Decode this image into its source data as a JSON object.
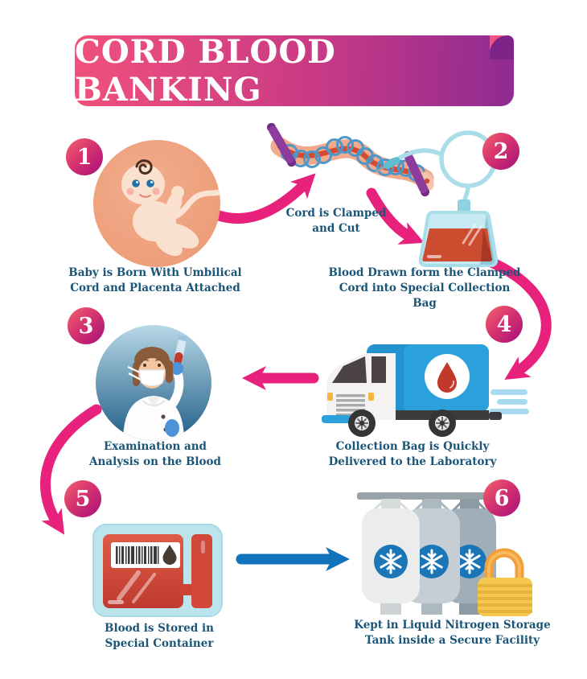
{
  "title": "CORD BLOOD BANKING",
  "cord_note": "Cord is Clamped\nand Cut",
  "steps": [
    {
      "number": "1",
      "caption": "Baby is Born With Umbilical\nCord and Placenta Attached",
      "icon": "newborn-baby-icon"
    },
    {
      "number": "2",
      "caption": "Blood Drawn form the Clamped\nCord into Special Collection Bag",
      "icon": "blood-collection-bag-icon"
    },
    {
      "number": "3",
      "caption": "Examination and\nAnalysis on the Blood",
      "icon": "lab-examination-icon"
    },
    {
      "number": "4",
      "caption": "Collection Bag is Quickly\nDelivered to the Laboratory",
      "icon": "delivery-truck-icon"
    },
    {
      "number": "5",
      "caption": "Blood is Stored in\nSpecial Container",
      "icon": "storage-container-icon"
    },
    {
      "number": "6",
      "caption": "Kept in Liquid Nitrogen Storage\nTank inside a Secure Facility",
      "icon": "nitrogen-tank-icon"
    }
  ],
  "colors": {
    "arrow_pink": "#E8217C",
    "arrow_blue": "#1173B9",
    "caption_text": "#1A5578",
    "banner_gradient_start": "#F0517C",
    "banner_gradient_end": "#8E2B91",
    "badge_gradient_start": "#F4646C",
    "badge_gradient_end": "#A5107A"
  }
}
